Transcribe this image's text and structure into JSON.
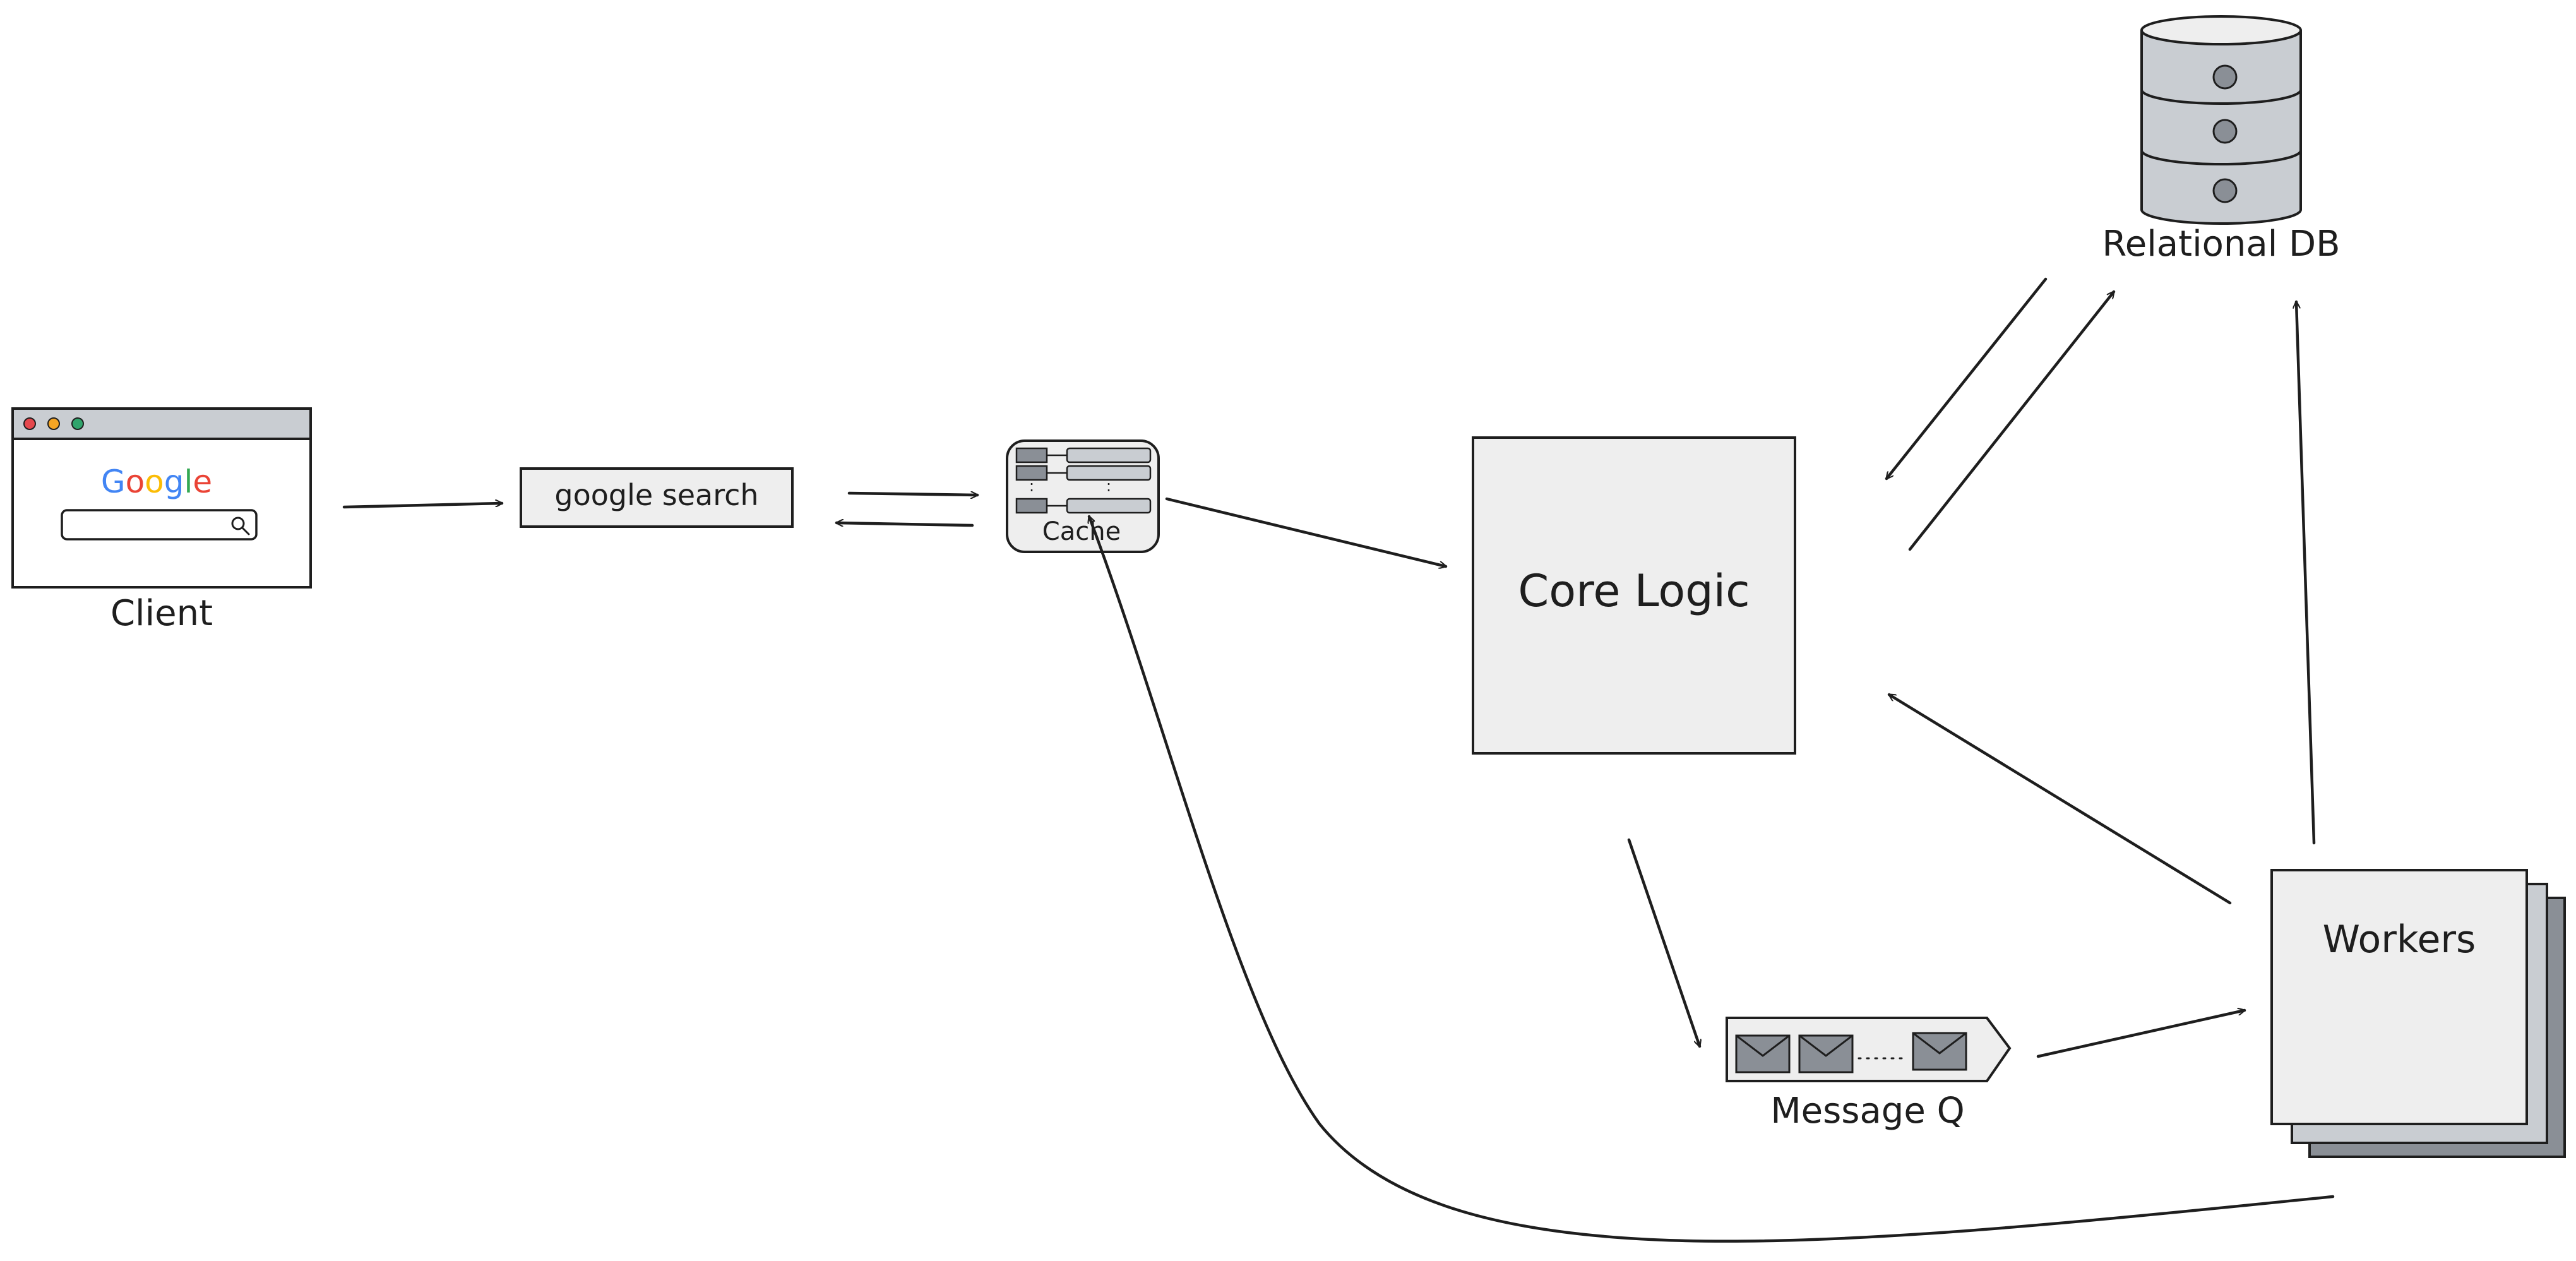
{
  "nodes": {
    "client": {
      "label": "Client",
      "logo_text": "Google",
      "logo_letters": [
        "G",
        "o",
        "o",
        "g",
        "l",
        "e"
      ]
    },
    "search": {
      "label": "google search"
    },
    "cache": {
      "label": "Cache"
    },
    "core_logic": {
      "label": "Core Logic"
    },
    "relational_db": {
      "label": "Relational DB"
    },
    "message_queue": {
      "label": "Message Q"
    },
    "workers": {
      "label": "Workers"
    }
  },
  "colors": {
    "stroke": "#1e1e1e",
    "box_fill": "#eeeeee",
    "dark_fill": "#8a8f96",
    "db_fill": "#c9cdd2",
    "traffic_red": "#e5484d",
    "traffic_yellow": "#f5a524",
    "traffic_green": "#30a46c",
    "google_blue": "#4285f4",
    "google_red": "#ea4335",
    "google_yellow": "#fbbc05",
    "google_green": "#34a853"
  }
}
